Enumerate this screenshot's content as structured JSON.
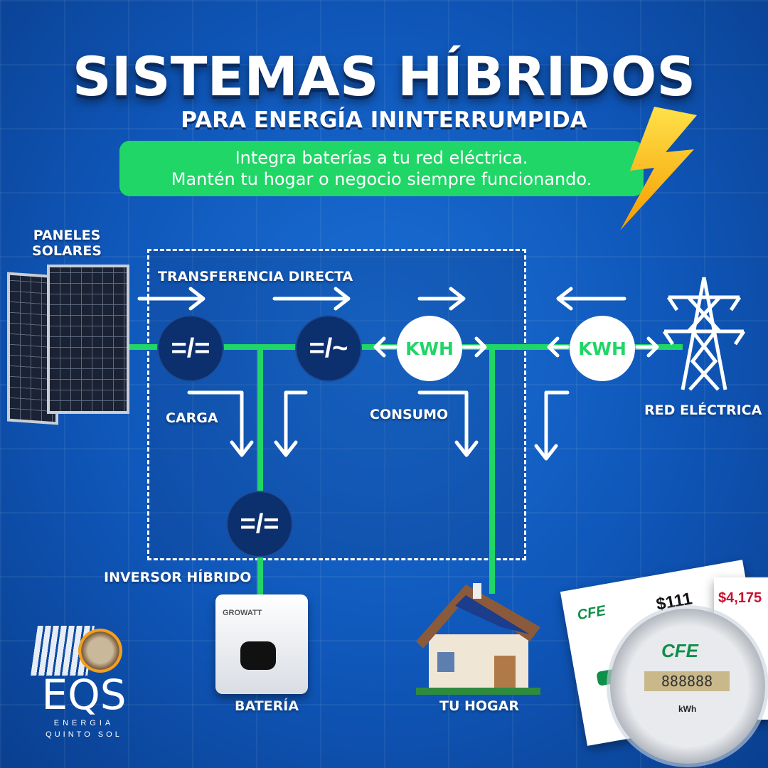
{
  "header": {
    "title": "SISTEMAS HÍBRIDOS",
    "subtitle": "PARA ENERGÍA ININTERRUMPIDA"
  },
  "banner": {
    "line1": "Integra baterías a tu red eléctrica.",
    "line2": "Mantén tu hogar o negocio siempre funcionando."
  },
  "labels": {
    "solar_panels_1": "PANELES",
    "solar_panels_2": "SOLARES",
    "direct_transfer": "TRANSFERENCIA DIRECTA",
    "charge": "CARGA",
    "consumption": "CONSUMO",
    "grid": "RED ELÉCTRICA",
    "hybrid_inverter": "INVERSOR HÍBRIDO",
    "battery": "BATERÍA",
    "home": "TU HOGAR"
  },
  "nodes": {
    "dc_dc": "=/=",
    "dc_ac": "=/~",
    "battery_dc": "=/=",
    "meter1": "KWH",
    "meter2": "KWH"
  },
  "device": {
    "brand": "GROWATT"
  },
  "bills": {
    "provider": "CFE",
    "amount1": "$111",
    "amount2": "$4,175",
    "meter_unit": "kWh",
    "meter_display": "888888"
  },
  "logo": {
    "name": "EQS",
    "line1": "ENERGIA",
    "line2": "QUINTO SOL"
  },
  "colors": {
    "green": "#1fd667",
    "navy": "#0c2f6e",
    "blue": "#0f56b8"
  }
}
